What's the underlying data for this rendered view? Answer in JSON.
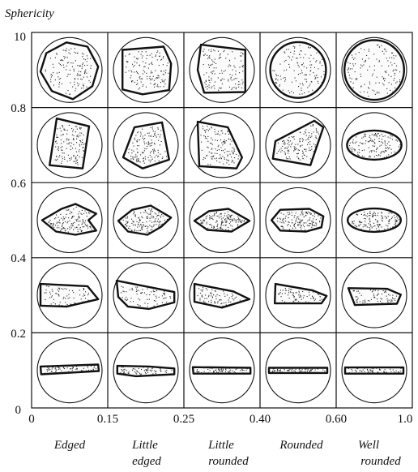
{
  "y_axis": {
    "title": "Sphericity",
    "ticks": [
      "0",
      "0.2",
      "0.4",
      "0.6",
      "0.8",
      "10"
    ]
  },
  "x_axis": {
    "ticks": [
      "0",
      "0.15",
      "0.25",
      "0.40",
      "0.60",
      "1.0"
    ],
    "categories": [
      {
        "lines": [
          "Edged"
        ]
      },
      {
        "lines": [
          "Little",
          "edged"
        ]
      },
      {
        "lines": [
          "Little",
          "rounded"
        ]
      },
      {
        "lines": [
          "Rounded"
        ]
      },
      {
        "lines": [
          "Well",
          "rounded"
        ]
      }
    ]
  },
  "grid": {
    "rows": 5,
    "cols": 5
  }
}
